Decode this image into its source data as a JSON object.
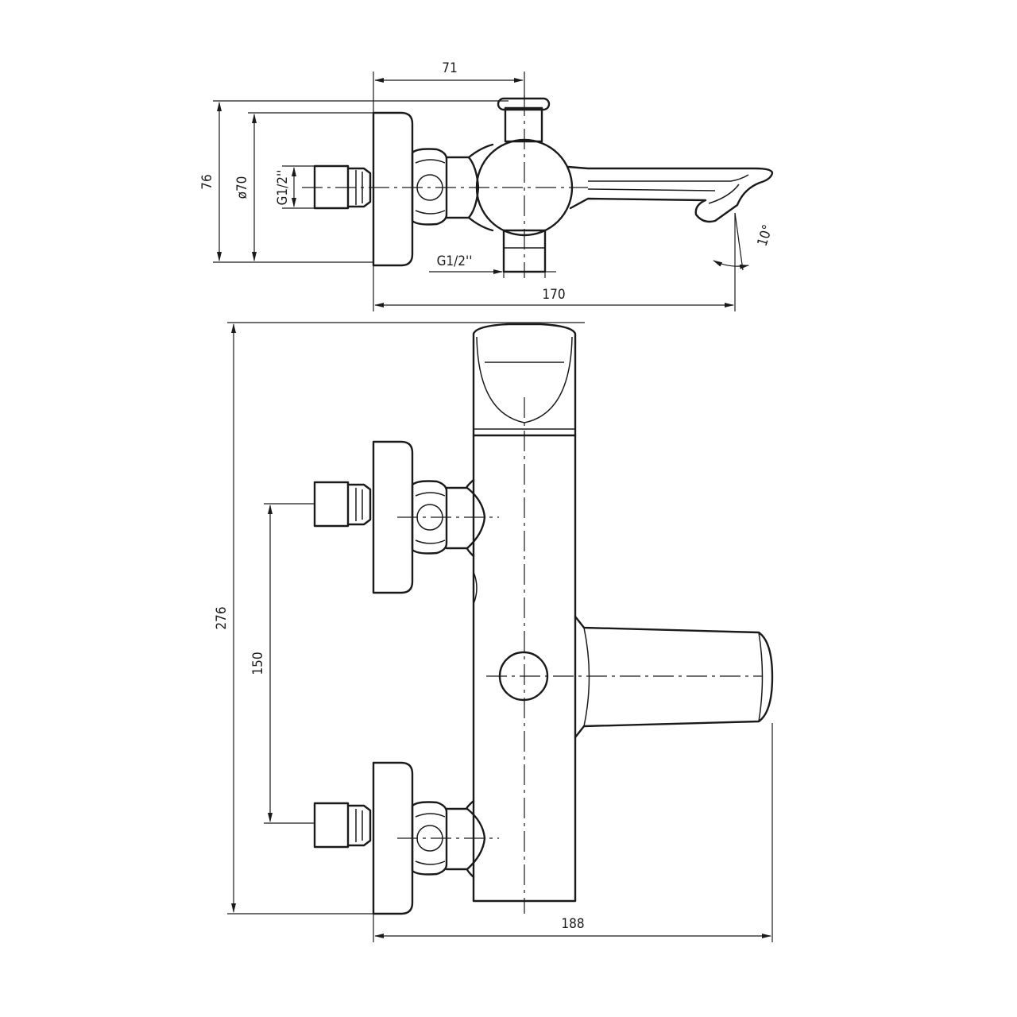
{
  "dimensions": {
    "d71": "71",
    "d76": "76",
    "d70": "ø70",
    "g_inlet": "G1/2''",
    "g_outlet": "G1/2''",
    "d170": "170",
    "angle": "10°",
    "d276": "276",
    "d150": "150",
    "d188": "188"
  },
  "colors": {
    "line": "#1a1a1a",
    "background": "#ffffff"
  }
}
